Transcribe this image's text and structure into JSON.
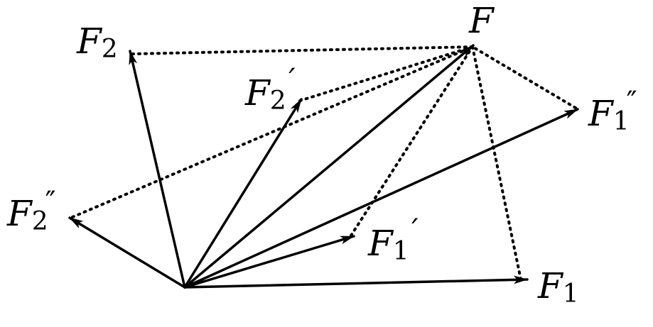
{
  "labels": {
    "F": "F",
    "F1": {
      "base": "F",
      "sub": "1",
      "mark": ""
    },
    "F2": {
      "base": "F",
      "sub": "2",
      "mark": ""
    },
    "F1p": {
      "base": "F",
      "sub": "1",
      "mark": "´"
    },
    "F2p": {
      "base": "F",
      "sub": "2",
      "mark": "´"
    },
    "F1pp": {
      "base": "F",
      "sub": "1",
      "mark": "″"
    },
    "F2pp": {
      "base": "F",
      "sub": "2",
      "mark": "″"
    }
  },
  "colors": {
    "ink": "#000000"
  }
}
